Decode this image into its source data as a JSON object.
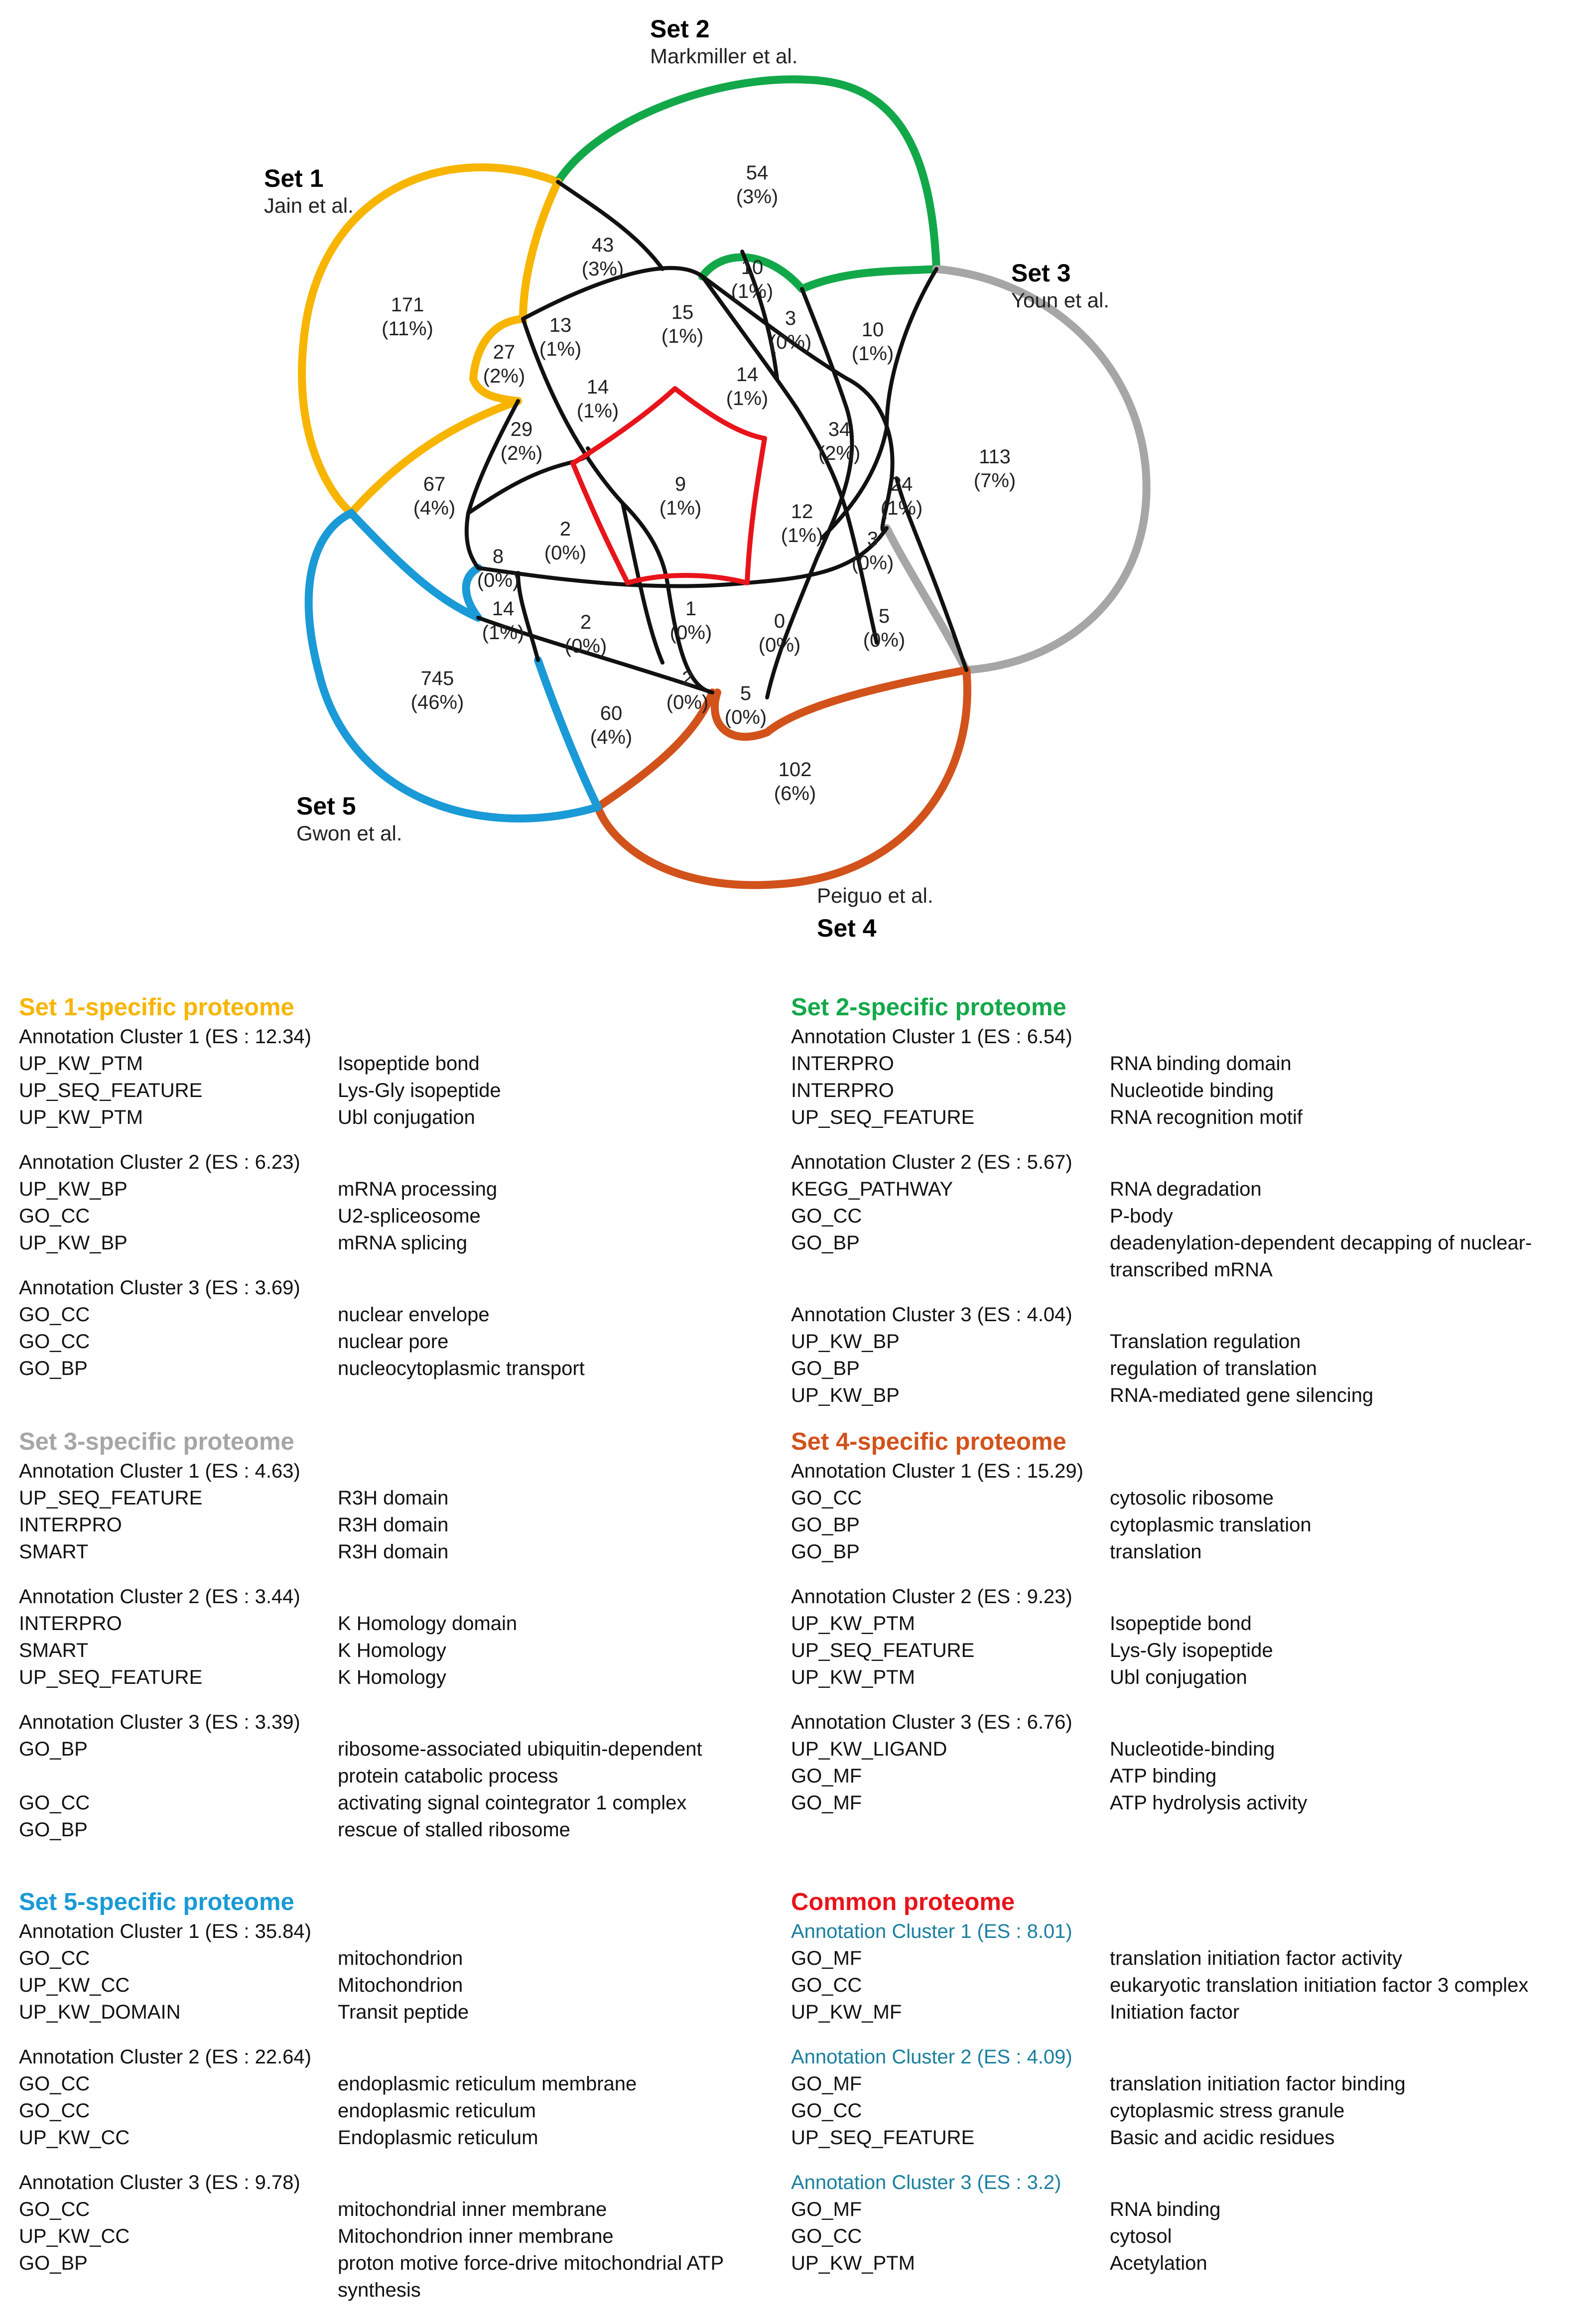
{
  "colors": {
    "set1": "#f7b500",
    "set2": "#12a84a",
    "set3": "#a6a6a6",
    "set4": "#d2521b",
    "set5": "#1a9ad6",
    "common": "#e8141b",
    "common_cluster": "#1a7f9f",
    "inner": "#111111"
  },
  "venn": {
    "sets": [
      {
        "title": "Set 1",
        "author": "Jain et al."
      },
      {
        "title": "Set 2",
        "author": "Markmiller et al."
      },
      {
        "title": "Set 3",
        "author": "Youn et al."
      },
      {
        "title": "Set 4",
        "author": "Peiguo et al."
      },
      {
        "title": "Set 5",
        "author": "Gwon et al."
      }
    ],
    "regions": [
      {
        "count": "171",
        "pct": "(11%)"
      },
      {
        "count": "54",
        "pct": "(3%)"
      },
      {
        "count": "113",
        "pct": "(7%)"
      },
      {
        "count": "102",
        "pct": "(6%)"
      },
      {
        "count": "745",
        "pct": "(46%)"
      },
      {
        "count": "43",
        "pct": "(3%)"
      },
      {
        "count": "10",
        "pct": "(1%)"
      },
      {
        "count": "3",
        "pct": "(0%)"
      },
      {
        "count": "10",
        "pct": "(1%)"
      },
      {
        "count": "13",
        "pct": "(1%)"
      },
      {
        "count": "27",
        "pct": "(2%)"
      },
      {
        "count": "15",
        "pct": "(1%)"
      },
      {
        "count": "14",
        "pct": "(1%)"
      },
      {
        "count": "14",
        "pct": "(1%)"
      },
      {
        "count": "29",
        "pct": "(2%)"
      },
      {
        "count": "67",
        "pct": "(4%)"
      },
      {
        "count": "34",
        "pct": "(2%)"
      },
      {
        "count": "24",
        "pct": "(1%)"
      },
      {
        "count": "9",
        "pct": "(1%)"
      },
      {
        "count": "12",
        "pct": "(1%)"
      },
      {
        "count": "3",
        "pct": "(0%)"
      },
      {
        "count": "2",
        "pct": "(0%)"
      },
      {
        "count": "8",
        "pct": "(0%)"
      },
      {
        "count": "14",
        "pct": "(1%)"
      },
      {
        "count": "2",
        "pct": "(0%)"
      },
      {
        "count": "1",
        "pct": "(0%)"
      },
      {
        "count": "0",
        "pct": "(0%)"
      },
      {
        "count": "5",
        "pct": "(0%)"
      },
      {
        "count": "2",
        "pct": "(0%)"
      },
      {
        "count": "5",
        "pct": "(0%)"
      },
      {
        "count": "60",
        "pct": "(4%)"
      }
    ]
  },
  "sections": [
    {
      "title": "Set 1-specific proteome",
      "clusters": [
        {
          "header": "Annotation Cluster 1 (ES : 12.34)",
          "rows": [
            {
              "cat": "UP_KW_PTM",
              "term": "Isopeptide bond"
            },
            {
              "cat": "UP_SEQ_FEATURE",
              "term": "Lys-Gly isopeptide"
            },
            {
              "cat": "UP_KW_PTM",
              "term": "Ubl conjugation"
            }
          ]
        },
        {
          "header": "Annotation Cluster 2 (ES : 6.23)",
          "rows": [
            {
              "cat": "UP_KW_BP",
              "term": "mRNA processing"
            },
            {
              "cat": "GO_CC",
              "term": "U2-spliceosome"
            },
            {
              "cat": "UP_KW_BP",
              "term": "mRNA splicing"
            }
          ]
        },
        {
          "header": "Annotation Cluster 3 (ES : 3.69)",
          "rows": [
            {
              "cat": "GO_CC",
              "term": "nuclear envelope"
            },
            {
              "cat": "GO_CC",
              "term": "nuclear pore"
            },
            {
              "cat": "GO_BP",
              "term": "nucleocytoplasmic transport"
            }
          ]
        }
      ]
    },
    {
      "title": "Set 2-specific proteome",
      "clusters": [
        {
          "header": "Annotation Cluster 1 (ES : 6.54)",
          "rows": [
            {
              "cat": "INTERPRO",
              "term": "RNA binding domain"
            },
            {
              "cat": "INTERPRO",
              "term": "Nucleotide binding"
            },
            {
              "cat": "UP_SEQ_FEATURE",
              "term": "RNA recognition motif"
            }
          ]
        },
        {
          "header": "Annotation Cluster 2 (ES : 5.67)",
          "rows": [
            {
              "cat": "KEGG_PATHWAY",
              "term": "RNA degradation"
            },
            {
              "cat": "GO_CC",
              "term": "P-body"
            },
            {
              "cat": "GO_BP",
              "term": "deadenylation-dependent decapping of nuclear-transcribed mRNA"
            }
          ]
        },
        {
          "header": "Annotation Cluster 3 (ES : 4.04)",
          "rows": [
            {
              "cat": "UP_KW_BP",
              "term": "Translation regulation"
            },
            {
              "cat": "GO_BP",
              "term": "regulation of translation"
            },
            {
              "cat": "UP_KW_BP",
              "term": "RNA-mediated gene silencing"
            }
          ]
        }
      ]
    },
    {
      "title": "Set 3-specific proteome",
      "clusters": [
        {
          "header": "Annotation Cluster 1 (ES : 4.63)",
          "rows": [
            {
              "cat": "UP_SEQ_FEATURE",
              "term": "R3H domain"
            },
            {
              "cat": "INTERPRO",
              "term": "R3H domain"
            },
            {
              "cat": "SMART",
              "term": "R3H domain"
            }
          ]
        },
        {
          "header": "Annotation Cluster 2 (ES : 3.44)",
          "rows": [
            {
              "cat": "INTERPRO",
              "term": "K Homology domain"
            },
            {
              "cat": "SMART",
              "term": "K Homology"
            },
            {
              "cat": "UP_SEQ_FEATURE",
              "term": "K Homology"
            }
          ]
        },
        {
          "header": "Annotation Cluster 3 (ES : 3.39)",
          "rows": [
            {
              "cat": "GO_BP",
              "term": "ribosome-associated ubiquitin-dependent protein catabolic process"
            },
            {
              "cat": "GO_CC",
              "term": "activating signal cointegrator 1 complex"
            },
            {
              "cat": "GO_BP",
              "term": "rescue of stalled ribosome"
            }
          ]
        }
      ]
    },
    {
      "title": "Set 4-specific proteome",
      "clusters": [
        {
          "header": "Annotation Cluster 1 (ES : 15.29)",
          "rows": [
            {
              "cat": "GO_CC",
              "term": "cytosolic ribosome"
            },
            {
              "cat": "GO_BP",
              "term": "cytoplasmic translation"
            },
            {
              "cat": "GO_BP",
              "term": "translation"
            }
          ]
        },
        {
          "header": "Annotation Cluster 2 (ES : 9.23)",
          "rows": [
            {
              "cat": "UP_KW_PTM",
              "term": "Isopeptide bond"
            },
            {
              "cat": "UP_SEQ_FEATURE",
              "term": "Lys-Gly isopeptide"
            },
            {
              "cat": "UP_KW_PTM",
              "term": "Ubl conjugation"
            }
          ]
        },
        {
          "header": "Annotation Cluster 3 (ES : 6.76)",
          "rows": [
            {
              "cat": "UP_KW_LIGAND",
              "term": "Nucleotide-binding"
            },
            {
              "cat": "GO_MF",
              "term": "ATP binding"
            },
            {
              "cat": "GO_MF",
              "term": "ATP hydrolysis activity"
            }
          ]
        }
      ]
    },
    {
      "title": "Set 5-specific proteome",
      "clusters": [
        {
          "header": "Annotation Cluster 1 (ES : 35.84)",
          "rows": [
            {
              "cat": "GO_CC",
              "term": "mitochondrion"
            },
            {
              "cat": "UP_KW_CC",
              "term": "Mitochondrion"
            },
            {
              "cat": "UP_KW_DOMAIN",
              "term": "Transit peptide"
            }
          ]
        },
        {
          "header": "Annotation Cluster 2 (ES : 22.64)",
          "rows": [
            {
              "cat": "GO_CC",
              "term": "endoplasmic reticulum membrane"
            },
            {
              "cat": "GO_CC",
              "term": "endoplasmic reticulum"
            },
            {
              "cat": "UP_KW_CC",
              "term": "Endoplasmic reticulum"
            }
          ]
        },
        {
          "header": "Annotation Cluster 3 (ES : 9.78)",
          "rows": [
            {
              "cat": "GO_CC",
              "term": "mitochondrial inner membrane"
            },
            {
              "cat": "UP_KW_CC",
              "term": "Mitochondrion inner membrane"
            },
            {
              "cat": "GO_BP",
              "term": "proton motive force-drive mitochondrial ATP synthesis"
            }
          ]
        }
      ]
    },
    {
      "title": "Common proteome",
      "clusters": [
        {
          "header": "Annotation Cluster 1 (ES : 8.01)",
          "rows": [
            {
              "cat": "GO_MF",
              "term": "translation initiation factor activity"
            },
            {
              "cat": "GO_CC",
              "term": "eukaryotic translation initiation factor 3 complex"
            },
            {
              "cat": "UP_KW_MF",
              "term": "Initiation factor"
            }
          ]
        },
        {
          "header": "Annotation Cluster 2 (ES : 4.09)",
          "rows": [
            {
              "cat": "GO_MF",
              "term": "translation initiation factor binding"
            },
            {
              "cat": "GO_CC",
              "term": "cytoplasmic stress granule"
            },
            {
              "cat": "UP_SEQ_FEATURE",
              "term": "Basic and acidic residues"
            }
          ]
        },
        {
          "header": "Annotation Cluster 3 (ES : 3.2)",
          "rows": [
            {
              "cat": "GO_MF",
              "term": "RNA binding"
            },
            {
              "cat": "GO_CC",
              "term": "cytosol"
            },
            {
              "cat": "UP_KW_PTM",
              "term": "Acetylation"
            }
          ]
        }
      ]
    }
  ]
}
